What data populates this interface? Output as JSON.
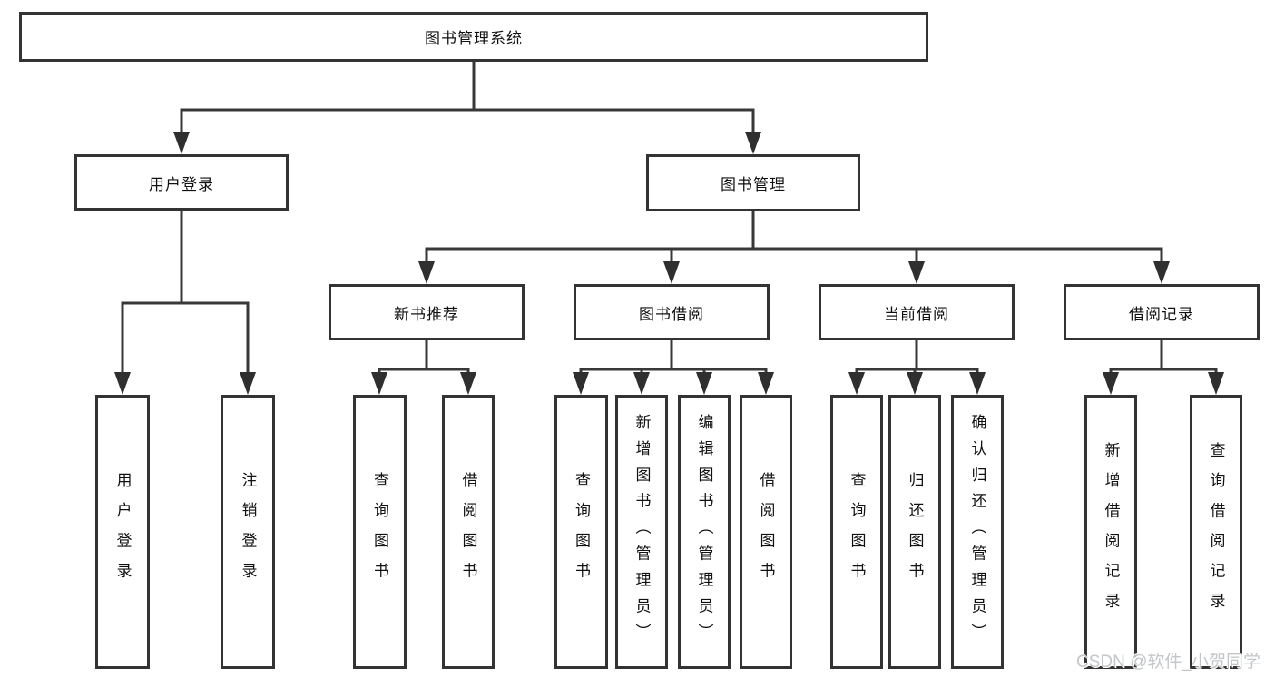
{
  "diagram": {
    "root": {
      "label": "图书管理系统",
      "children": [
        {
          "label": "用户登录",
          "children": [
            {
              "label": "用户登录"
            },
            {
              "label": "注销登录"
            }
          ]
        },
        {
          "label": "图书管理",
          "children": [
            {
              "label": "新书推荐",
              "children": [
                {
                  "label": "查询图书"
                },
                {
                  "label": "借阅图书"
                }
              ]
            },
            {
              "label": "图书借阅",
              "children": [
                {
                  "label": "查询图书"
                },
                {
                  "label": "新增图书（管理员）"
                },
                {
                  "label": "编辑图书（管理员）"
                },
                {
                  "label": "借阅图书"
                }
              ]
            },
            {
              "label": "当前借阅",
              "children": [
                {
                  "label": "查询图书"
                },
                {
                  "label": "归还图书"
                },
                {
                  "label": "确认归还（管理员）"
                }
              ]
            },
            {
              "label": "借阅记录",
              "children": [
                {
                  "label": "新增借阅记录"
                },
                {
                  "label": "查询借阅记录"
                }
              ]
            }
          ]
        }
      ]
    }
  },
  "watermark": "CSDN @软件_小贺同学",
  "colors": {
    "line": "#383838",
    "border": "#333333",
    "text": "#111111",
    "watermark": "#c3c7c9"
  }
}
